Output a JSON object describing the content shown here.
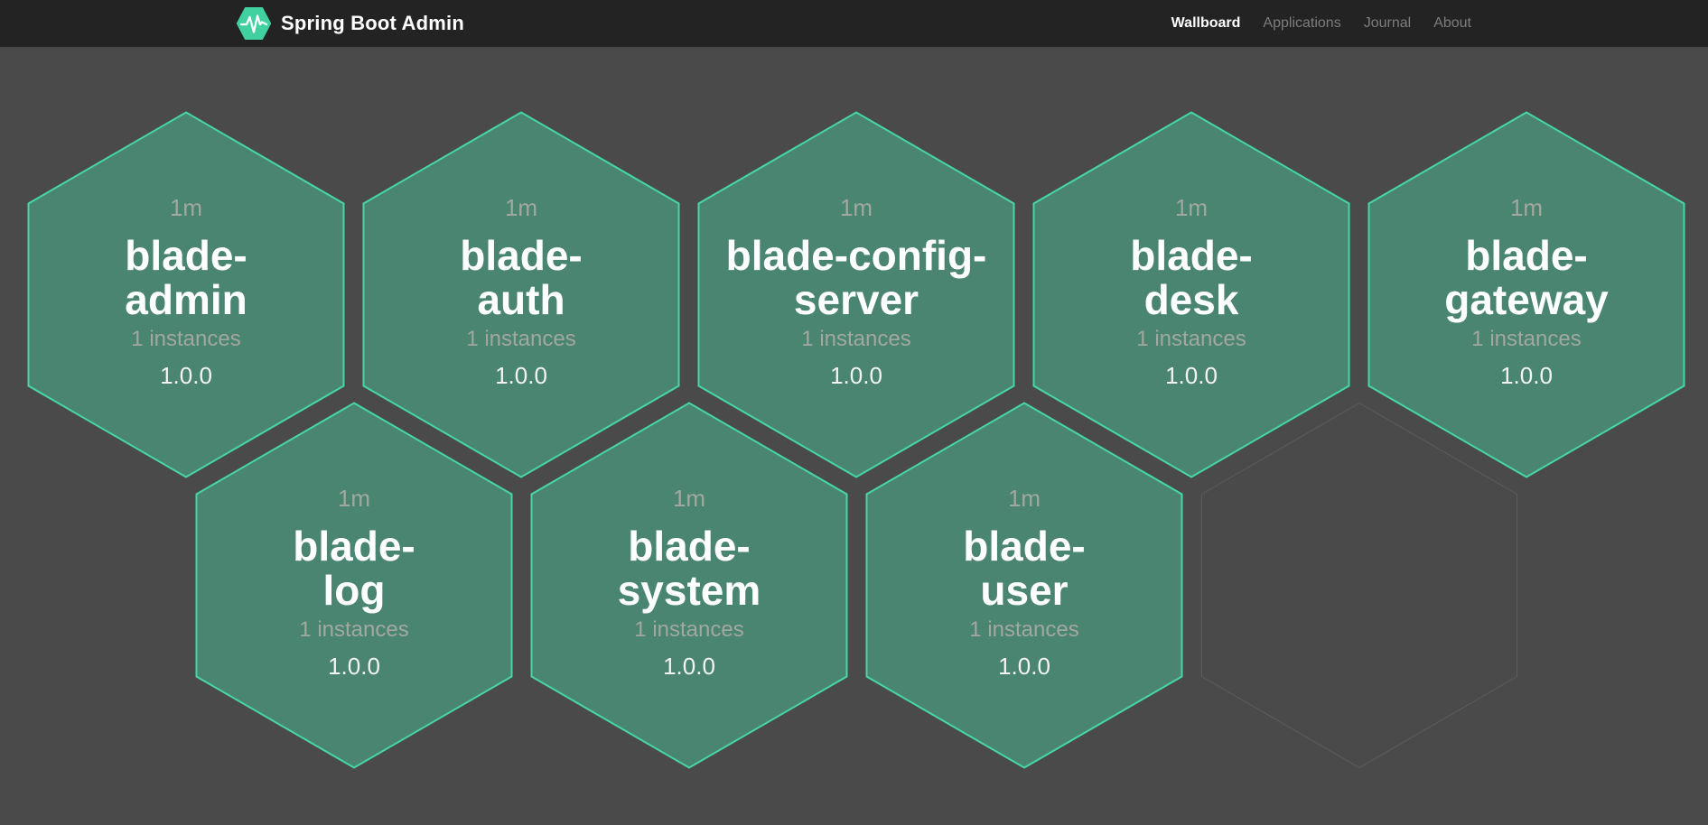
{
  "header": {
    "title": "Spring Boot Admin",
    "nav": [
      {
        "label": "Wallboard",
        "active": true
      },
      {
        "label": "Applications",
        "active": false
      },
      {
        "label": "Journal",
        "active": false
      },
      {
        "label": "About",
        "active": false
      }
    ],
    "colors": {
      "bar_bg": "#232323",
      "logo_green": "#41d0a0"
    }
  },
  "wallboard": {
    "applications": [
      {
        "name": "blade-admin",
        "uptime": "1m",
        "instances_label": "1 instances",
        "version": "1.0.0",
        "status": "up"
      },
      {
        "name": "blade-auth",
        "uptime": "1m",
        "instances_label": "1 instances",
        "version": "1.0.0",
        "status": "up"
      },
      {
        "name": "blade-config-server",
        "uptime": "1m",
        "instances_label": "1 instances",
        "version": "1.0.0",
        "status": "up"
      },
      {
        "name": "blade-desk",
        "uptime": "1m",
        "instances_label": "1 instances",
        "version": "1.0.0",
        "status": "up"
      },
      {
        "name": "blade-gateway",
        "uptime": "1m",
        "instances_label": "1 instances",
        "version": "1.0.0",
        "status": "up"
      },
      {
        "name": "blade-log",
        "uptime": "1m",
        "instances_label": "1 instances",
        "version": "1.0.0",
        "status": "up"
      },
      {
        "name": "blade-system",
        "uptime": "1m",
        "instances_label": "1 instances",
        "version": "1.0.0",
        "status": "up"
      },
      {
        "name": "blade-user",
        "uptime": "1m",
        "instances_label": "1 instances",
        "version": "1.0.0",
        "status": "up"
      }
    ],
    "empty_slots": 1,
    "colors": {
      "page_bg": "#4a4a4a",
      "hex_fill": "#4a8571",
      "hex_border": "#46d7a4",
      "empty_outline": "#5c5c5c",
      "muted_text": "#a2a7a2",
      "primary_text": "#ffffff"
    }
  }
}
